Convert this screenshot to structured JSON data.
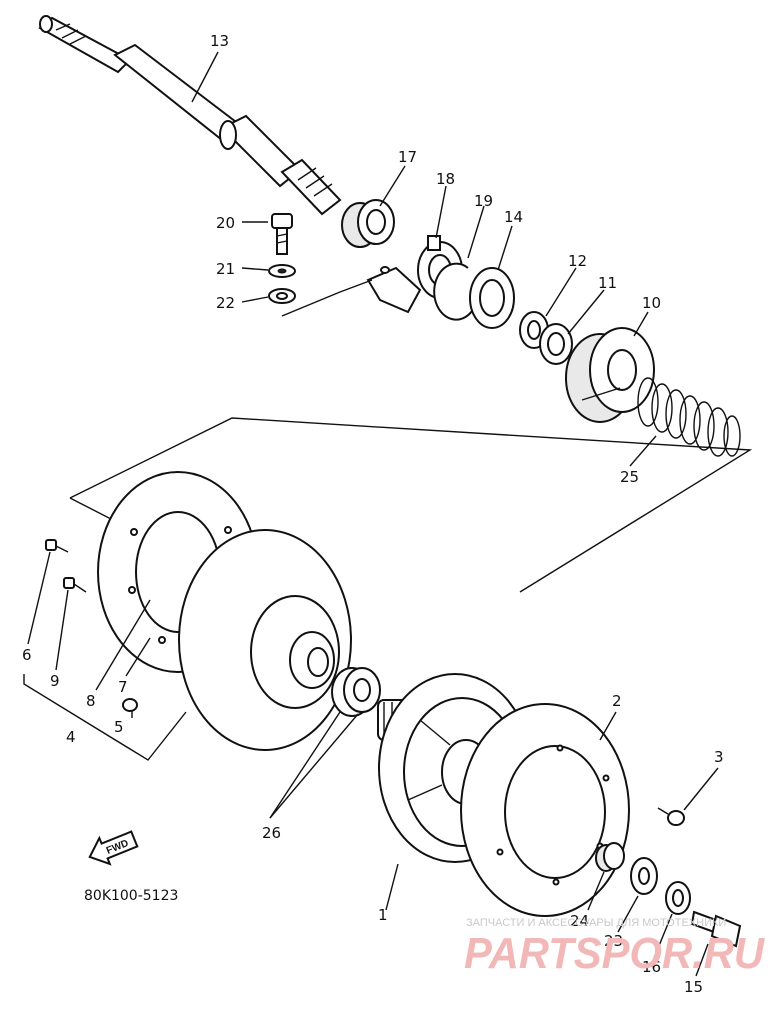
{
  "labels": {
    "p1": "1",
    "p2": "2",
    "p3": "3",
    "p4": "4",
    "p5": "5",
    "p6": "6",
    "p7": "7",
    "p8": "8",
    "p9": "9",
    "p10": "10",
    "p11": "11",
    "p12": "12",
    "p13": "13",
    "p14": "14",
    "p15": "15",
    "p16": "16",
    "p17": "17",
    "p18": "18",
    "p19": "19",
    "p20": "20",
    "p21": "21",
    "p22": "22",
    "p23": "23",
    "p24": "24",
    "p25": "25",
    "p26": "26"
  },
  "fwd_arrow": "FWD",
  "diagram_code": "80K100-5123",
  "watermark": {
    "caption": "ЗАПЧАСТИ И АКСЕССУАРЫ ДЛЯ МОТОТЕХНИКИ",
    "brand": "PARTSPOR.RU"
  }
}
